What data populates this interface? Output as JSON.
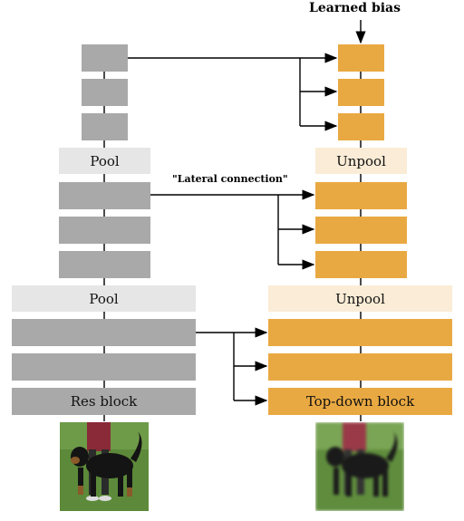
{
  "labels": {
    "learned_bias": "Learned bias",
    "lateral_connection": "\"Lateral connection\"",
    "pool_top": "Pool",
    "pool_mid": "Pool",
    "unpool_top": "Unpool",
    "unpool_mid": "Unpool",
    "res_block": "Res block",
    "top_down_block": "Top-down block"
  },
  "colors": {
    "encoder_block": "#a9a9a9",
    "decoder_block": "#e9a942",
    "pool_bg": "#e6e6e6",
    "unpool_bg": "#faecd6",
    "grass": "#5c8a3a",
    "dog": "#141414"
  },
  "images": {
    "input_photo": "dog-on-grass",
    "output_photo": "blurry-dog-on-grass"
  }
}
